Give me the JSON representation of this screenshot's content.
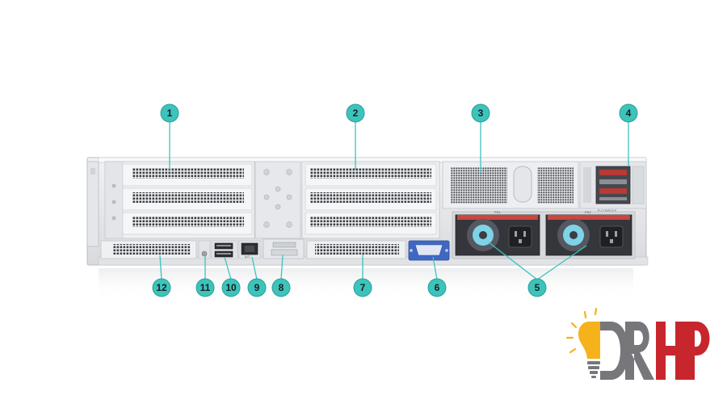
{
  "colors": {
    "callout": "#3cc4bc",
    "callout_ring": "#2a9e98",
    "chassis": "#e7e9ec",
    "chassis_dark": "#c9ccd1",
    "vent": "#3b3d42",
    "vga_blue": "#3f68c4",
    "logo_red": "#c8262d",
    "logo_gray": "#77777b",
    "bulb_yellow": "#f6b21a"
  },
  "callouts": [
    {
      "number": "1",
      "target": "pcie-riser-1"
    },
    {
      "number": "2",
      "target": "pcie-riser-2"
    },
    {
      "number": "3",
      "target": "pcie-riser-3"
    },
    {
      "number": "4",
      "target": "drive-cage-rear"
    },
    {
      "number": "5",
      "target": "power-supply-units"
    },
    {
      "number": "6",
      "target": "vga-port"
    },
    {
      "number": "7",
      "target": "flexible-lom-slot"
    },
    {
      "number": "8",
      "target": "serial-port"
    },
    {
      "number": "9",
      "target": "ilo-port"
    },
    {
      "number": "10",
      "target": "usb-ports"
    },
    {
      "number": "11",
      "target": "uid-button"
    },
    {
      "number": "12",
      "target": "ocp-slot"
    }
  ],
  "logo": {
    "text": "DRHP",
    "icon": "lightbulb-icon"
  }
}
